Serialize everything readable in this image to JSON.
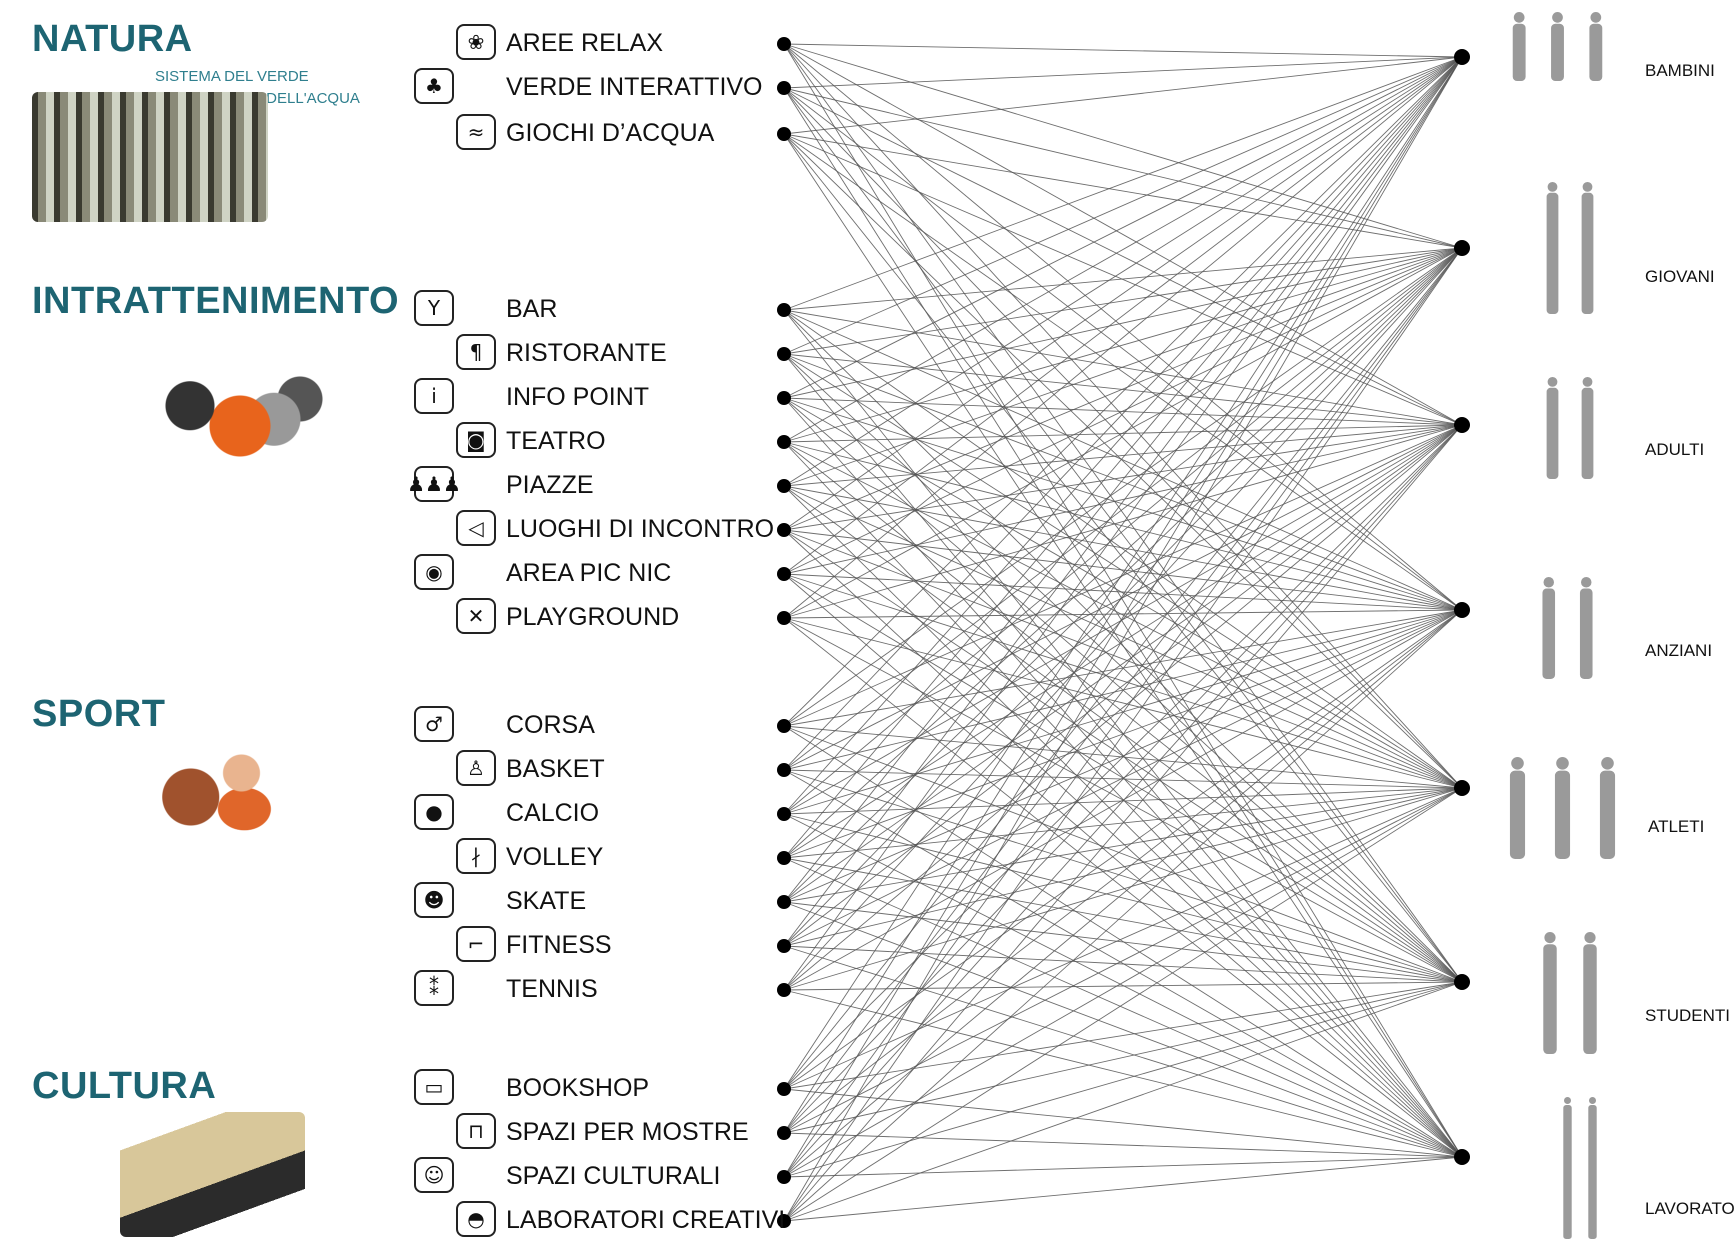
{
  "categories": [
    {
      "title": "NATURA",
      "subtitles": [
        "SISTEMA DEL VERDE",
        "SISTEMA DELL'ACQUA"
      ],
      "photo": "forest-adventure-park-photo",
      "activities": [
        {
          "label": "AREE RELAX",
          "icon": "flower-icon",
          "glyph": "❀"
        },
        {
          "label": "VERDE INTERATTIVO",
          "icon": "tree-icon",
          "glyph": "♣"
        },
        {
          "label": "GIOCHI D’ACQUA",
          "icon": "water-play-icon",
          "glyph": "≈"
        }
      ]
    },
    {
      "title": "INTRATTENIMENTO",
      "subtitles": [],
      "photo": "people-group-photo",
      "activities": [
        {
          "label": "BAR",
          "icon": "cocktail-glass-icon",
          "glyph": "Y"
        },
        {
          "label": "RISTORANTE",
          "icon": "fork-knife-icon",
          "glyph": "¶"
        },
        {
          "label": "INFO POINT",
          "icon": "info-icon",
          "glyph": "i"
        },
        {
          "label": "TEATRO",
          "icon": "film-camera-icon",
          "glyph": "◙"
        },
        {
          "label": "PIAZZE",
          "icon": "people-crowd-icon",
          "glyph": "♟♟♟"
        },
        {
          "label": "LUOGHI DI INCONTRO",
          "icon": "megaphone-icon",
          "glyph": "◁"
        },
        {
          "label": "AREA PIC NIC",
          "icon": "picnic-icon",
          "glyph": "◉"
        },
        {
          "label": "PLAYGROUND",
          "icon": "children-playing-icon",
          "glyph": "✕"
        }
      ]
    },
    {
      "title": "SPORT",
      "subtitles": [],
      "photo": "child-basketball-photo",
      "activities": [
        {
          "label": "CORSA",
          "icon": "runner-icon",
          "glyph": "♂"
        },
        {
          "label": "BASKET",
          "icon": "basketball-player-icon",
          "glyph": "♙"
        },
        {
          "label": "CALCIO",
          "icon": "soccer-player-icon",
          "glyph": "●"
        },
        {
          "label": "VOLLEY",
          "icon": "volleyball-player-icon",
          "glyph": "∤"
        },
        {
          "label": "SKATE",
          "icon": "skater-icon",
          "glyph": "☻"
        },
        {
          "label": "FITNESS",
          "icon": "fitness-icon",
          "glyph": "⌐"
        },
        {
          "label": "TENNIS",
          "icon": "tennis-player-icon",
          "glyph": "⁑"
        }
      ]
    },
    {
      "title": "CULTURA",
      "subtitles": [],
      "photo": "books-photo",
      "activities": [
        {
          "label": "BOOKSHOP",
          "icon": "book-icon",
          "glyph": "▭"
        },
        {
          "label": "SPAZI PER MOSTRE",
          "icon": "easel-icon",
          "glyph": "⊓"
        },
        {
          "label": "SPAZI CULTURALI",
          "icon": "theatre-masks-icon",
          "glyph": "☺"
        },
        {
          "label": "LABORATORI CREATIVI",
          "icon": "palette-icon",
          "glyph": "◓"
        }
      ]
    }
  ],
  "users": [
    {
      "label": "BAMBINI",
      "figure": "children-silhouette"
    },
    {
      "label": "GIOVANI",
      "figure": "young-people-silhouette"
    },
    {
      "label": "ADULTI",
      "figure": "adults-silhouette"
    },
    {
      "label": "ANZIANI",
      "figure": "elderly-silhouette"
    },
    {
      "label": "ATLETI",
      "figure": "athletes-silhouette"
    },
    {
      "label": "STUDENTI",
      "figure": "students-silhouette"
    },
    {
      "label": "LAVORATORI",
      "figure": "workers-silhouette"
    }
  ],
  "connection_mode": "complete-bipartite",
  "colors": {
    "heading": "#1d6472",
    "subtitle": "#2f7f8e",
    "lines": "#555555",
    "nodes": "#000000",
    "silhouette": "#9a9a9a"
  }
}
